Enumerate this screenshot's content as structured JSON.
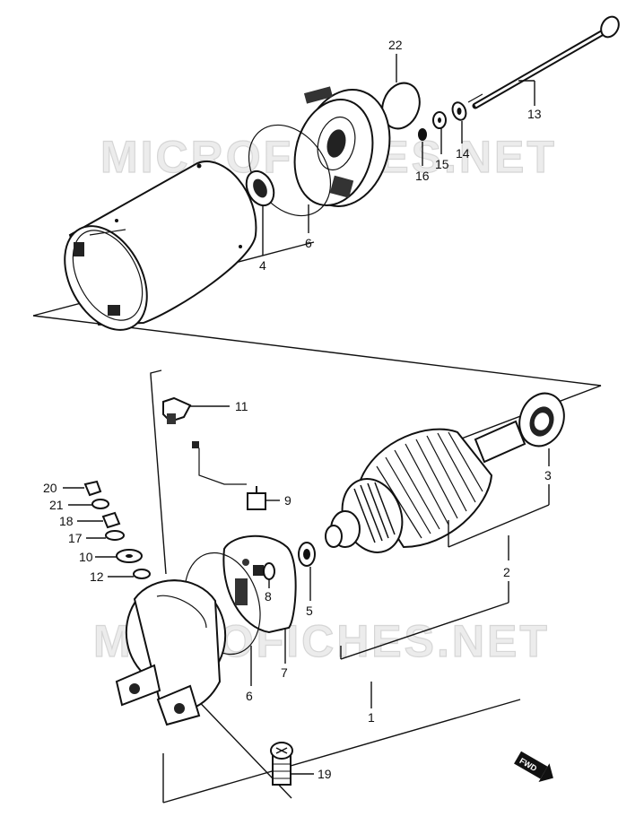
{
  "watermark": "MICROFICHES.NET",
  "callouts": [
    {
      "id": "c1",
      "label": "1"
    },
    {
      "id": "c2",
      "label": "2"
    },
    {
      "id": "c3",
      "label": "3"
    },
    {
      "id": "c4",
      "label": "4"
    },
    {
      "id": "c5",
      "label": "5"
    },
    {
      "id": "c6a",
      "label": "6"
    },
    {
      "id": "c6b",
      "label": "6"
    },
    {
      "id": "c7",
      "label": "7"
    },
    {
      "id": "c8",
      "label": "8"
    },
    {
      "id": "c9",
      "label": "9"
    },
    {
      "id": "c10",
      "label": "10"
    },
    {
      "id": "c11",
      "label": "11"
    },
    {
      "id": "c12",
      "label": "12"
    },
    {
      "id": "c13",
      "label": "13"
    },
    {
      "id": "c14",
      "label": "14"
    },
    {
      "id": "c15",
      "label": "15"
    },
    {
      "id": "c16",
      "label": "16"
    },
    {
      "id": "c17",
      "label": "17"
    },
    {
      "id": "c18",
      "label": "18"
    },
    {
      "id": "c19",
      "label": "19"
    },
    {
      "id": "c20",
      "label": "20"
    },
    {
      "id": "c21",
      "label": "21"
    },
    {
      "id": "c22",
      "label": "22"
    }
  ],
  "direction_badge": "FWD"
}
